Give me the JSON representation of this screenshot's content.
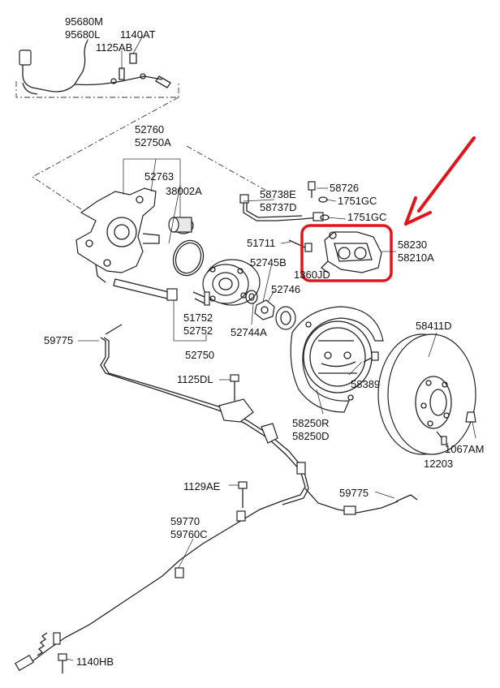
{
  "highlight_color": "#e0151b",
  "labels": {
    "p95680m": "95680M",
    "p95680l": "95680L",
    "p1140at": "1140AT",
    "p1125ab": "1125AB",
    "p52760": "52760",
    "p52750a": "52750A",
    "p52763": "52763",
    "p38002a": "38002A",
    "p58738e": "58738E",
    "p58737d": "58737D",
    "p58726": "58726",
    "p1751gc_a": "1751GC",
    "p1751gc_b": "1751GC",
    "p51711": "51711",
    "p58230": "58230",
    "p58210a": "58210A",
    "p1360jd": "1360JD",
    "p52745b": "52745B",
    "p52746": "52746",
    "p51752": "51752",
    "p52752": "52752",
    "p52744a": "52744A",
    "p52750": "52750",
    "p59775_a": "59775",
    "p58411d": "58411D",
    "p1125dl": "1125DL",
    "p58389": "58389",
    "p58250r": "58250R",
    "p58250d": "58250D",
    "p1067am": "1067AM",
    "p12203": "12203",
    "p1129ae": "1129AE",
    "p59775_b": "59775",
    "p59770": "59770",
    "p59760c": "59760C",
    "p1140hb": "1140HB"
  }
}
